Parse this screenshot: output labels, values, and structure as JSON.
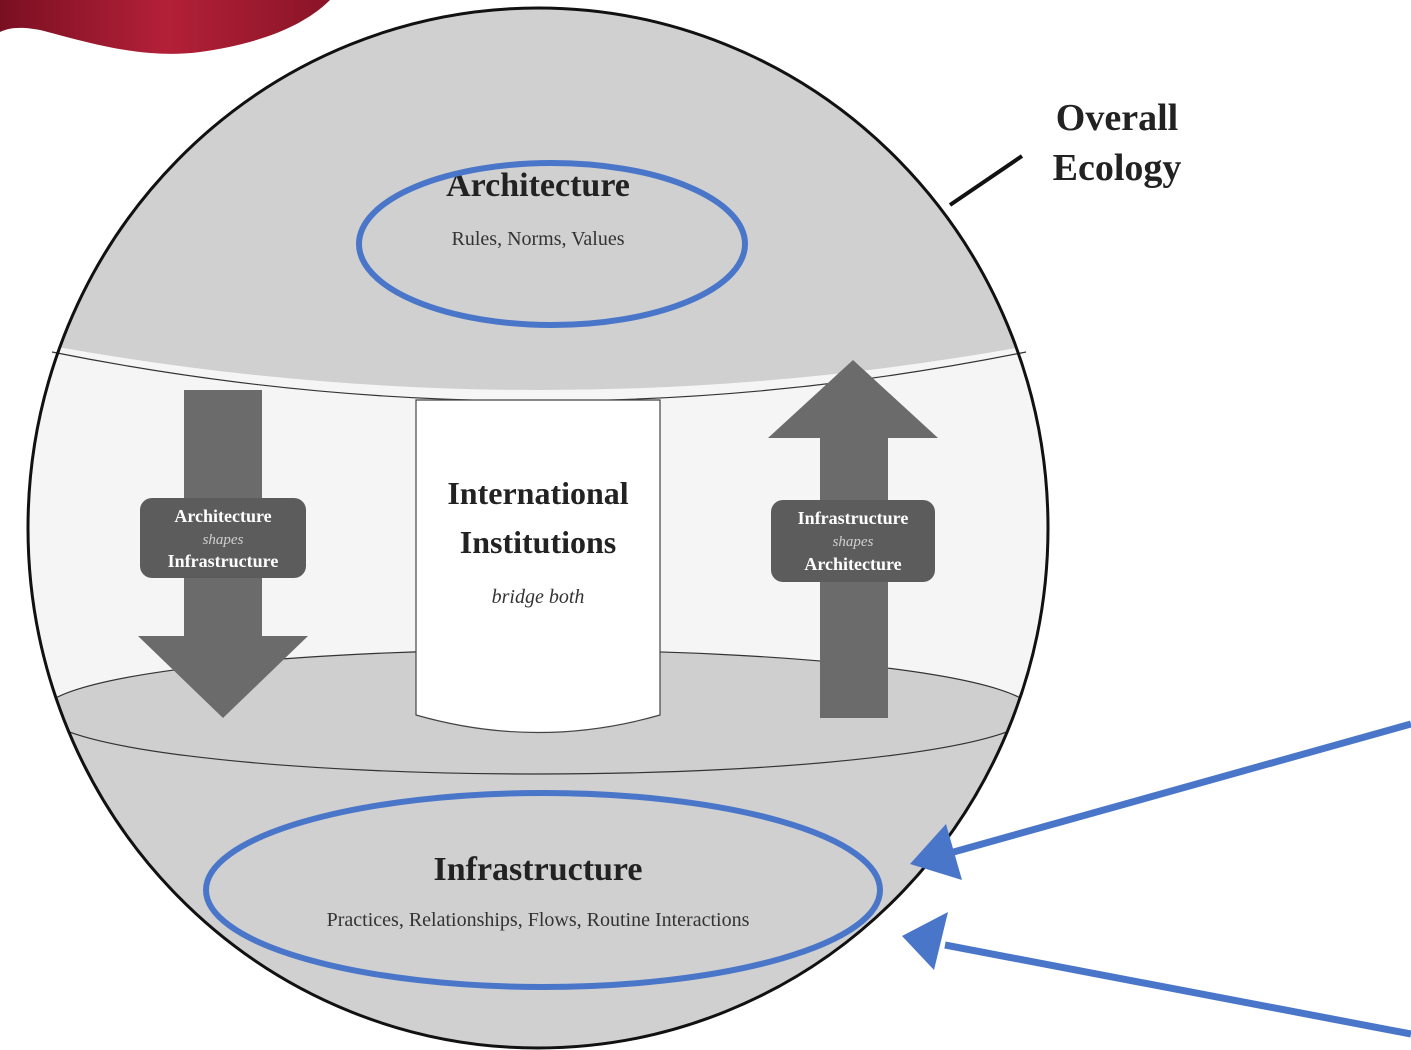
{
  "diagram": {
    "outer_label": {
      "line1": "Overall",
      "line2": "Ecology"
    },
    "architecture": {
      "title": "Architecture",
      "subtitle": "Rules, Norms, Values"
    },
    "institutions": {
      "line1": "International",
      "line2": "Institutions",
      "note": "bridge both"
    },
    "down_arrow": {
      "line1": "Architecture",
      "line2": "shapes",
      "line3": "Infrastructure"
    },
    "up_arrow": {
      "line1": "Infrastructure",
      "line2": "shapes",
      "line3": "Architecture"
    },
    "infrastructure": {
      "title": "Infrastructure",
      "subtitle": "Practices, Relationships, Flows, Routine Interactions"
    }
  },
  "colors": {
    "sphere_gray": "#d0d0d0",
    "middle_band": "#f5f5f5",
    "arrow_gray": "#6b6b6b",
    "annotation_blue": "#4a76c9",
    "flag_red": "#a01830"
  }
}
